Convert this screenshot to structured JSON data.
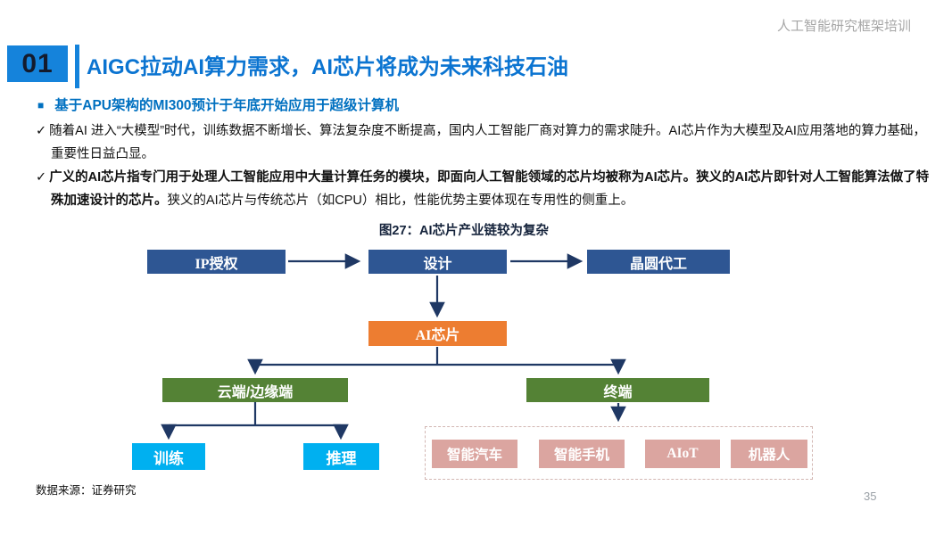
{
  "header": {
    "corner_note": "人工智能研究框架培训",
    "chapter_number": "01",
    "title": "AIGC拉动AI算力需求，AI芯片将成为未来科技石油"
  },
  "content": {
    "square_bullet": "■",
    "blue_heading": "基于APU架构的MI300预计于年底开始应用于超级计算机",
    "check_mark": "✓",
    "point1": "随着AI 进入“大模型”时代，训练数据不断增长、算法复杂度不断提高，国内人工智能厂商对算力的需求陡升。AI芯片作为大模型及AI应用落地的算力基础，重要性日益凸显。",
    "point2_bold": "广义的AI芯片指专门用于处理人工智能应用中大量计算任务的模块，即面向人工智能领域的芯片均被称为AI芯片。狭义的AI芯片即针对人工智能算法做了特殊加速设计的芯片。",
    "point2_regular": "狭义的AI芯片与传统芯片（如CPU）相比，性能优势主要体现在专用性的侧重上。"
  },
  "figure": {
    "caption": "图27：AI芯片产业链较为复杂",
    "nodes": {
      "ip": {
        "label": "IP授权"
      },
      "design": {
        "label": "设计"
      },
      "foundry": {
        "label": "晶圆代工"
      },
      "ai_chip": {
        "label": "AI芯片"
      },
      "cloud_edge": {
        "label": "云端/边缘端"
      },
      "terminal": {
        "label": "终端"
      },
      "training": {
        "label": "训练"
      },
      "inference": {
        "label": "推理"
      },
      "smart_car": {
        "label": "智能汽车"
      },
      "smart_phone": {
        "label": "智能手机"
      },
      "aiot": {
        "label": "AIoT"
      },
      "robot": {
        "label": "机器人"
      }
    },
    "colors": {
      "chain_blue": "#2e5693",
      "chip_orange": "#ed7d31",
      "segment_green": "#548235",
      "usage_cyan": "#00b0f0",
      "application_pink": "#dba5a0",
      "arrow_navy": "#1f3864",
      "accent_blue": "#1583db",
      "title_blue": "#0b74d1",
      "heading_blue": "#0070c0"
    }
  },
  "footer": {
    "source": "数据来源：证券研究",
    "page_number": "35"
  }
}
